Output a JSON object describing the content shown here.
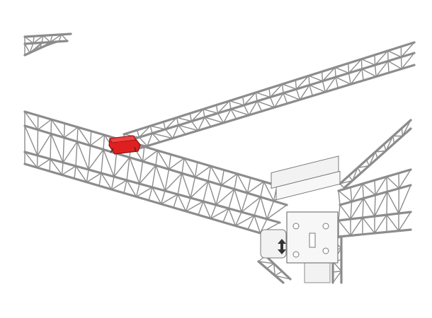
{
  "colors": {
    "background": "#ffffff",
    "truss_fill": "#f2f2f2",
    "truss_stroke": "#8c8c8c",
    "highlight": "#e02020",
    "highlight_dark": "#8a1010"
  },
  "parts": [
    {
      "name": "main-truss",
      "highlighted": false
    },
    {
      "name": "upper-truss",
      "highlighted": false
    },
    {
      "name": "corner-tower",
      "highlighted": false
    },
    {
      "name": "right-truss",
      "highlighted": false
    },
    {
      "name": "clamp",
      "highlighted": true
    }
  ]
}
